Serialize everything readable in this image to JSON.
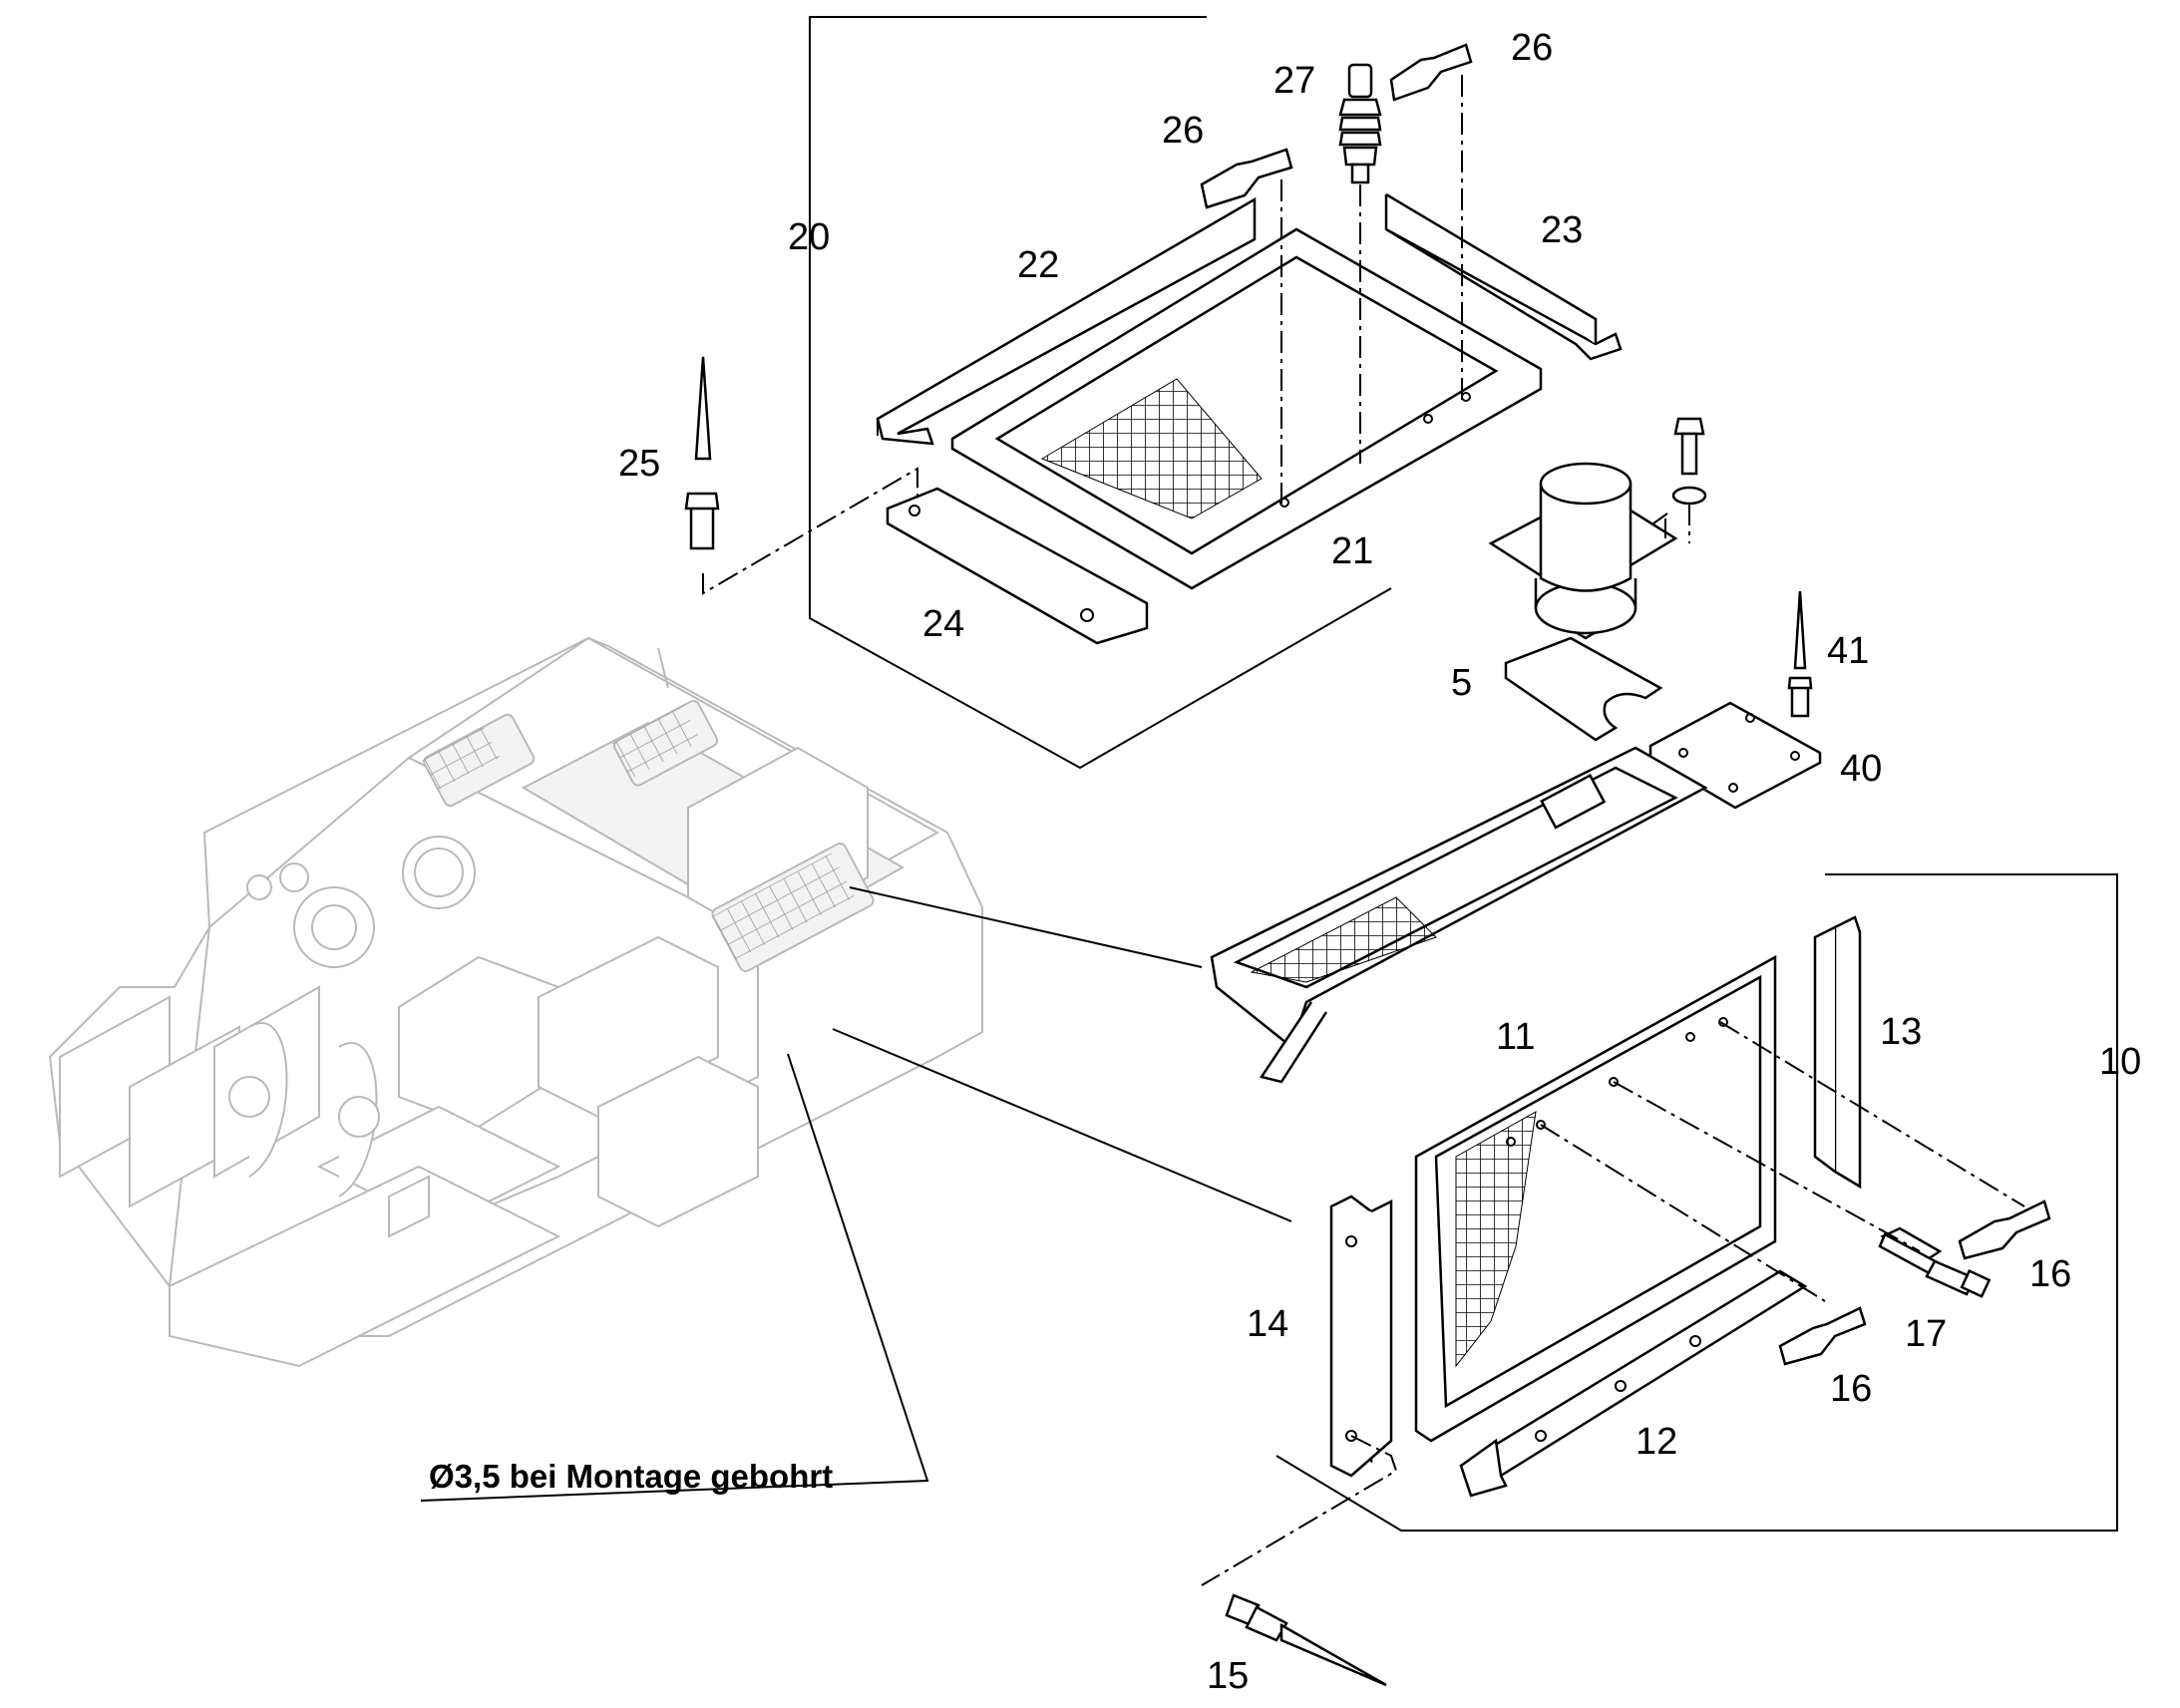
{
  "callouts": {
    "c5": "5",
    "c10": "10",
    "c11": "11",
    "c12": "12",
    "c13": "13",
    "c14": "14",
    "c15": "15",
    "c16a": "16",
    "c16b": "16",
    "c17": "17",
    "c20": "20",
    "c21": "21",
    "c22": "22",
    "c23": "23",
    "c24": "24",
    "c25": "25",
    "c26a": "26",
    "c26b": "26",
    "c27": "27",
    "c40": "40",
    "c41": "41"
  },
  "note": "Ø3,5 bei Montage gebohrt",
  "colors": {
    "ink": "#000000",
    "machine_outline": "#b9b9b9",
    "mesh": "#000000"
  }
}
